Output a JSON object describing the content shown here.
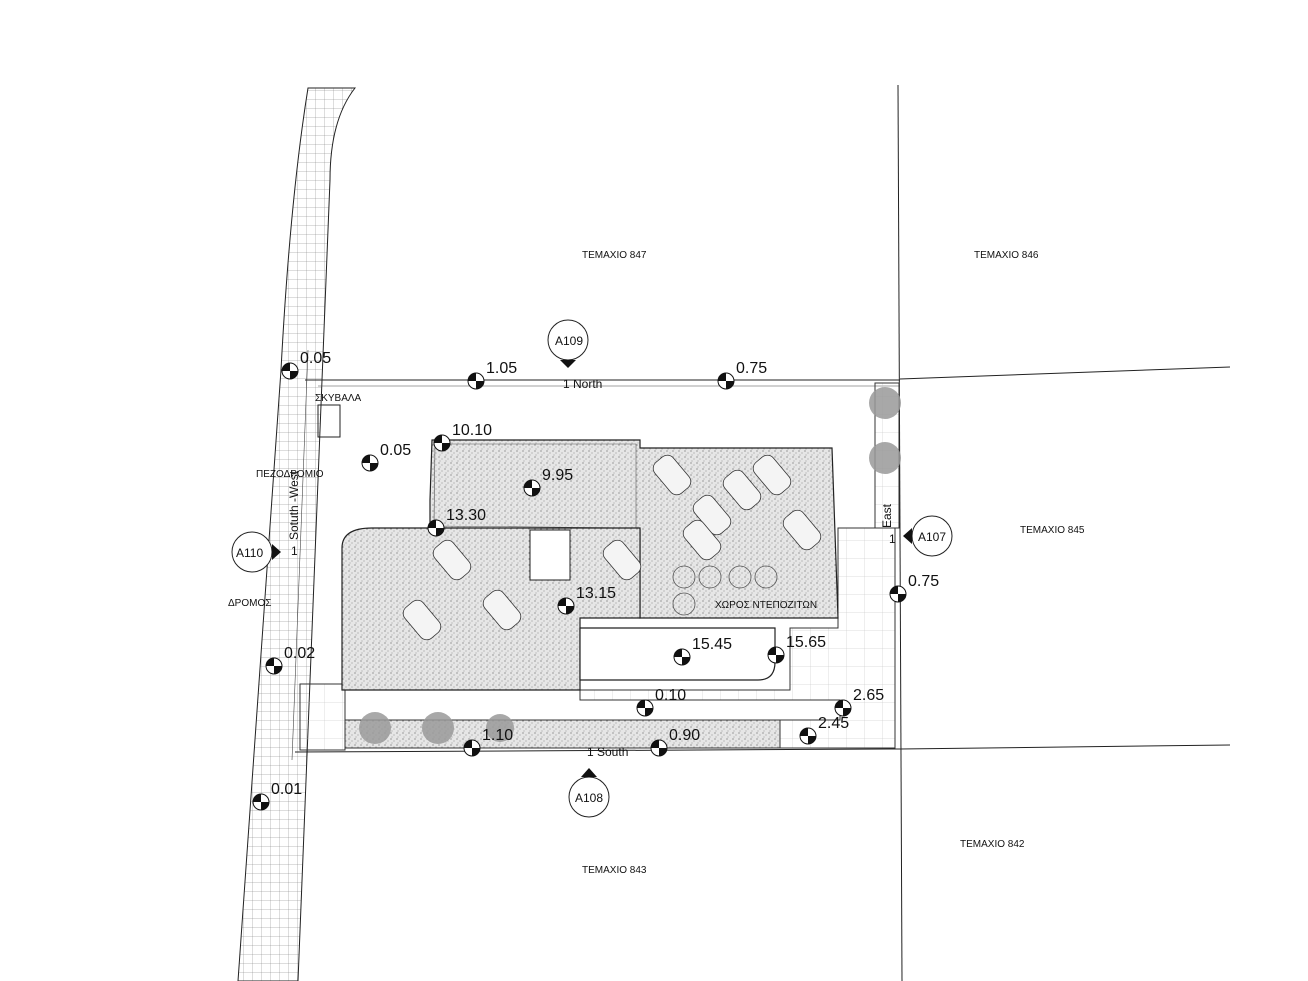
{
  "parcels": {
    "p847": "ΤΕΜΑΧΙΟ 847",
    "p846": "ΤΕΜΑΧΙΟ 846",
    "p845": "ΤΕΜΑΧΙΟ 845",
    "p843": "ΤΕΜΑΧΙΟ 843",
    "p842": "ΤΕΜΑΧΙΟ 842"
  },
  "areas": {
    "bins": "ΣΚΥΒΑΛΑ",
    "sidewalk": "ΠΕΖΟΔΡΟΜΙΟ",
    "road": "ΔΡΟΜΟΣ",
    "storage": "ΧΩΡΟΣ ΝΤΕΠΟΖΙΤΩΝ"
  },
  "sections": {
    "north": {
      "tag": "A109",
      "label": "1 North"
    },
    "south": {
      "tag": "A108",
      "label": "1 South"
    },
    "east": {
      "tag": "A107",
      "label": "East",
      "num": "1"
    },
    "west": {
      "tag": "A110",
      "label": "Sotuth -West",
      "num": "1"
    }
  },
  "levels": [
    "0.05",
    "1.05",
    "0.75",
    "10.10",
    "0.05",
    "9.95",
    "13.30",
    "13.15",
    "0.75",
    "15.45",
    "15.65",
    "0.02",
    "0.10",
    "2.65",
    "2.45",
    "1.10",
    "0.90",
    "0.01"
  ],
  "colors": {
    "line": "#222222",
    "hatch": "#d8d8d8",
    "tree": "#9a9a9a"
  }
}
